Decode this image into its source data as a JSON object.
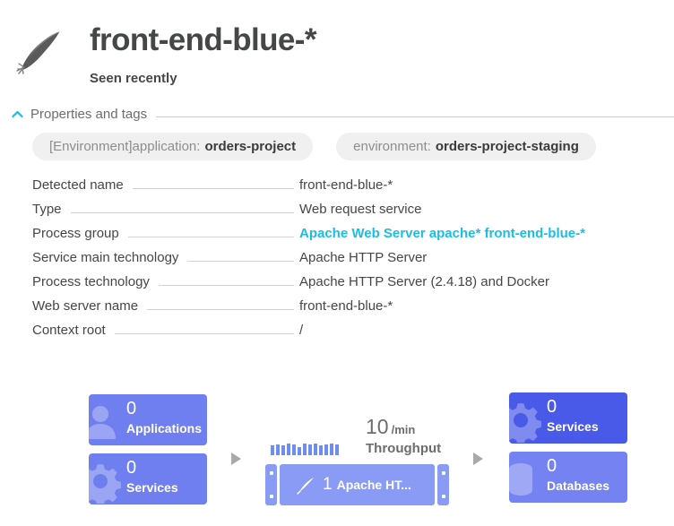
{
  "header": {
    "icon": "apache-feather-icon",
    "title": "front-end-blue-*",
    "subtitle": "Seen recently"
  },
  "section": {
    "collapse_icon": "chevron-up-icon",
    "title": "Properties and tags",
    "accent_color": "#1bbde4"
  },
  "tags": [
    {
      "key": "[Environment]application:",
      "value": "orders-project"
    },
    {
      "key": "environment:",
      "value": "orders-project-staging"
    }
  ],
  "properties": [
    {
      "label": "Detected name",
      "value": "front-end-blue-*",
      "link": false
    },
    {
      "label": "Type",
      "value": "Web request service",
      "link": false
    },
    {
      "label": "Process group",
      "value": "Apache Web Server apache* front-end-blue-*",
      "link": true
    },
    {
      "label": "Service main technology",
      "value": "Apache HTTP Server",
      "link": false
    },
    {
      "label": "Process technology",
      "value": "Apache HTTP Server (2.4.18) and Docker",
      "link": false
    },
    {
      "label": "Web server name",
      "value": "front-end-blue-*",
      "link": false
    },
    {
      "label": "Context root",
      "value": "/",
      "link": false
    }
  ],
  "flow": {
    "incoming": [
      {
        "count": "0",
        "label": "Applications",
        "icon": "user-icon",
        "color": "#6f7ff0"
      },
      {
        "count": "0",
        "label": "Services",
        "icon": "gear-icon",
        "color": "#6f7ff0"
      }
    ],
    "center": {
      "metric_value": "10",
      "metric_unit": "/min",
      "metric_label": "Throughput",
      "service_icon": "apache-feather-icon",
      "service_count": "1",
      "service_name": "Apache HT...",
      "sparkline": [
        11,
        12,
        11,
        13,
        12,
        9,
        13,
        12,
        13,
        11,
        12,
        13,
        12
      ],
      "bar_color": "#6d8ef0",
      "card_color": "#8a9bf5"
    },
    "outgoing": [
      {
        "count": "0",
        "label": "Services",
        "icon": "gear-icon",
        "color": "#4a5ae8"
      },
      {
        "count": "0",
        "label": "Databases",
        "icon": "database-icon",
        "color": "#7583f2"
      }
    ],
    "arrow_icon": "triangle-right-icon"
  }
}
